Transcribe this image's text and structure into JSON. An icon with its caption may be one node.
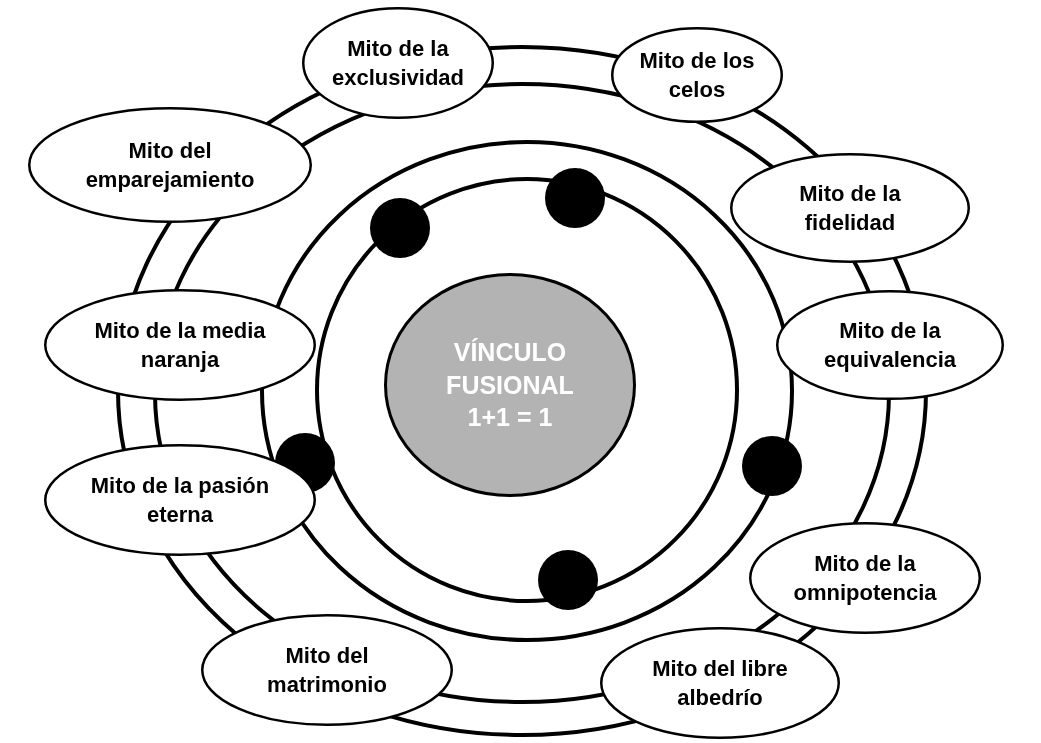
{
  "diagram": {
    "nodes": [
      {
        "text": [
          "Mito de la exclusividad"
        ]
      },
      {
        "text": [
          "Mito de los celos"
        ]
      },
      {
        "text": [
          "Mito del emparejamiento"
        ]
      },
      {
        "text": [],
        "shape": "circle"
      },
      {
        "text": [
          "Mito de la fidelidad"
        ]
      },
      {
        "text": [],
        "shape": "circle"
      },
      {
        "text": [
          "Mito de la media naranja"
        ]
      },
      {
        "text": [
          "Mito de la equivalencia"
        ]
      },
      {
        "text": [
          "VÍNCULO FUSIONAL 1+1 = 1"
        ]
      },
      {
        "text": [],
        "shape": "circle"
      },
      {
        "text": [],
        "shape": "circle"
      },
      {
        "text": [
          "Mito de la pasión eterna"
        ]
      },
      {
        "text": [
          "Mito de la omnipotencia"
        ]
      },
      {
        "text": [],
        "shape": "circle"
      },
      {
        "text": [
          "Mito del matrimonio"
        ]
      },
      {
        "text": [
          "Mito del libre albedrío"
        ]
      }
    ]
  }
}
